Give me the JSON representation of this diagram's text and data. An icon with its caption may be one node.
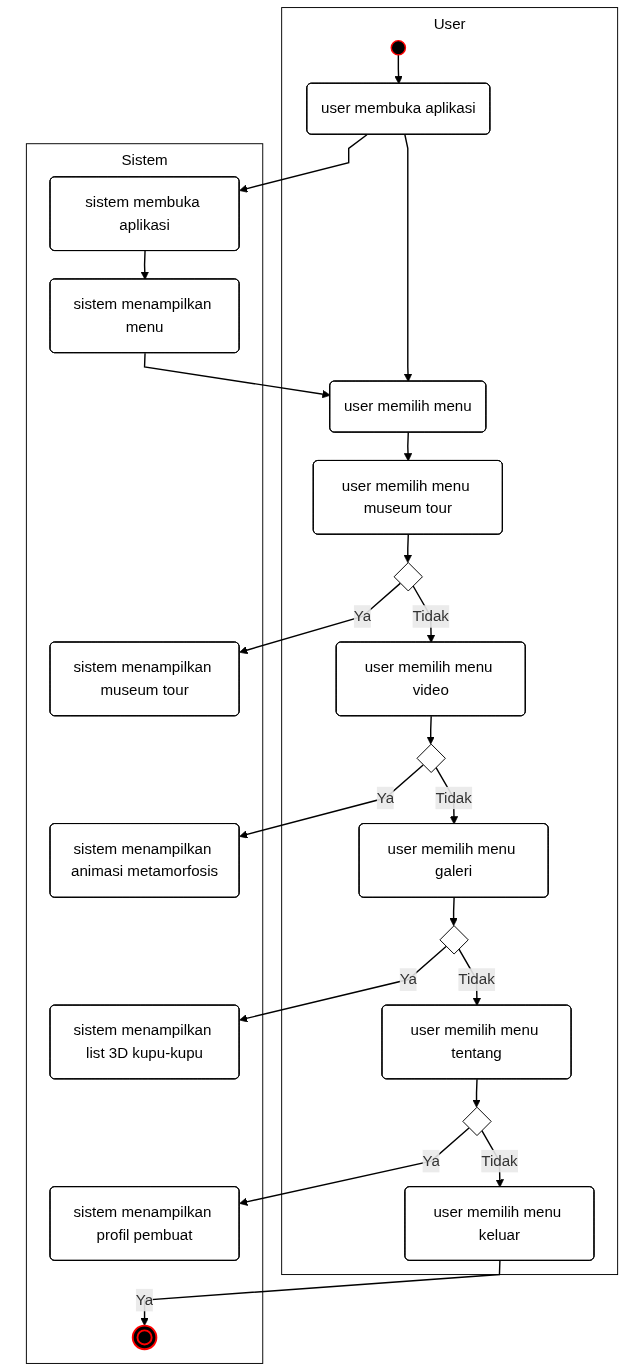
{
  "diagram": {
    "nodes": [
      {
        "text": [
          "User"
        ]
      },
      {
        "text": [
          "Sistem"
        ]
      },
      {
        "text": [],
        "shape": "circle",
        "in": 0
      },
      {
        "text": [
          "user membuka aplikasi"
        ],
        "in": 0
      },
      {
        "text": [
          "sistem membuka aplikasi"
        ],
        "in": 1
      },
      {
        "text": [
          "user memilih menu"
        ],
        "in": 0
      },
      {
        "text": [
          "sistem menampilkan menu"
        ],
        "in": 1
      },
      {
        "text": [
          "user memilih menu museum tour"
        ],
        "in": 0
      },
      {
        "text": [],
        "shape": "diamond",
        "in": 0
      },
      {
        "text": [
          "sistem menampilkan museum tour"
        ],
        "in": 1
      },
      {
        "text": [
          "user memilih menu video"
        ],
        "in": 0
      },
      {
        "text": [],
        "shape": "diamond",
        "in": 0
      },
      {
        "text": [
          "sistem menampilkan animasi metamorfosis"
        ],
        "in": 1
      },
      {
        "text": [
          "user memilih menu galeri"
        ],
        "in": 0
      },
      {
        "text": [],
        "shape": "diamond",
        "in": 0
      },
      {
        "text": [
          "sistem menampilkan list 3D kupu-kupu"
        ],
        "in": 1
      },
      {
        "text": [
          "user memilih menu tentang"
        ],
        "in": 0
      },
      {
        "text": [],
        "shape": "diamond",
        "in": 0
      },
      {
        "text": [
          "sistem menampilkan profil pembuat"
        ],
        "in": 1
      },
      {
        "text": [
          "user memilih menu keluar"
        ],
        "in": 0
      },
      {
        "text": [],
        "shape": "circle",
        "in": 1
      }
    ],
    "edges": [
      {
        "from": 2,
        "to": 3,
        "arrow": "to"
      },
      {
        "from": 3,
        "to": 4,
        "arrow": "to"
      },
      {
        "from": 3,
        "to": 5,
        "arrow": "to"
      },
      {
        "from": 4,
        "to": 6,
        "arrow": "to"
      },
      {
        "from": 6,
        "to": 5,
        "arrow": "to"
      },
      {
        "from": 5,
        "to": 7,
        "arrow": "to"
      },
      {
        "from": 7,
        "to": 8,
        "arrow": "to"
      },
      {
        "from": 8,
        "to": 9,
        "label": "Ya",
        "arrow": "to"
      },
      {
        "from": 8,
        "to": 10,
        "label": "Tidak",
        "arrow": "to"
      },
      {
        "from": 10,
        "to": 11,
        "arrow": "to"
      },
      {
        "from": 11,
        "to": 12,
        "label": "Ya",
        "arrow": "to"
      },
      {
        "from": 11,
        "to": 13,
        "label": "Tidak",
        "arrow": "to"
      },
      {
        "from": 13,
        "to": 14,
        "arrow": "to"
      },
      {
        "from": 14,
        "to": 15,
        "label": "Ya",
        "arrow": "to"
      },
      {
        "from": 14,
        "to": 16,
        "label": "Tidak",
        "arrow": "to"
      },
      {
        "from": 16,
        "to": 17,
        "arrow": "to"
      },
      {
        "from": 17,
        "to": 18,
        "label": "Ya",
        "arrow": "to"
      },
      {
        "from": 17,
        "to": 19,
        "label": "Tidak",
        "arrow": "to"
      },
      {
        "from": 19,
        "to": 20,
        "label": "Ya",
        "arrow": "to"
      }
    ]
  }
}
